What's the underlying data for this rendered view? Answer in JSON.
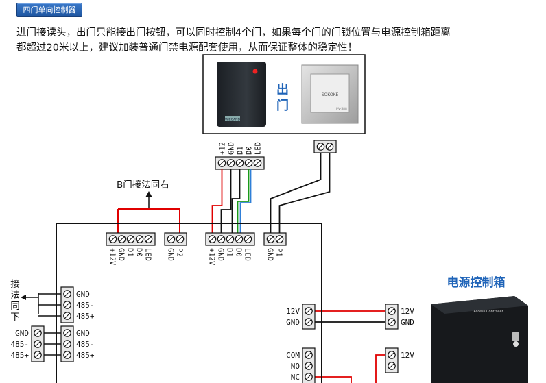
{
  "header": {
    "tab_label": "四门单向控制器",
    "paragraph_line1": "进门接读头，出门只能接出门按钮，可以同时控制4个门，如果每个门的门锁位置与电源控制箱距离",
    "paragraph_line2": "都超过20米以上，建议加装普通门禁电源配套使用，从而保证整体的稳定性！"
  },
  "devices": {
    "exit_label_top": "出",
    "exit_label_bottom": "门",
    "reader_brand": "WIEGAND",
    "button_brand": "SOKOKE",
    "button_model": "PV-S88"
  },
  "reader_terminal": {
    "pins": [
      "+12",
      "GND",
      "D1",
      "D0",
      "LED"
    ]
  },
  "annotations": {
    "door_b_label": "B门接法同右",
    "same_below_chars": [
      "接",
      "法",
      "同",
      "下"
    ],
    "power_box_title": "电源控制箱",
    "power_box_device_text": "Access Controller"
  },
  "controller_top": {
    "block1_pins": [
      "+12V",
      "GND",
      "D1",
      "D0",
      "LED"
    ],
    "block2_pins": [
      "GND",
      "P2"
    ],
    "block3_pins": [
      "+12V",
      "GND",
      "D1",
      "D0",
      "LED"
    ],
    "block4_pins": [
      "GND",
      "P1"
    ]
  },
  "rs485": {
    "controller_pins": [
      "GND",
      "485-",
      "485+"
    ],
    "external_in_pins": [
      "GND",
      "485-",
      "485+"
    ],
    "external_out_pins": [
      "GND",
      "485-",
      "485+"
    ]
  },
  "power": {
    "controller_power_pins": [
      "12V",
      "GND"
    ],
    "box_power_pins": [
      "12V",
      "GND"
    ],
    "relay_pins": [
      "COM",
      "NO",
      "NC"
    ],
    "box_lock_pins": [
      "12V"
    ]
  },
  "colors": {
    "red_wire": "#e00000",
    "green_wire": "#1a9a1a",
    "blue_wire": "#2f7fd8",
    "black_wire": "#111111",
    "accent_blue": "#1e63b8"
  }
}
